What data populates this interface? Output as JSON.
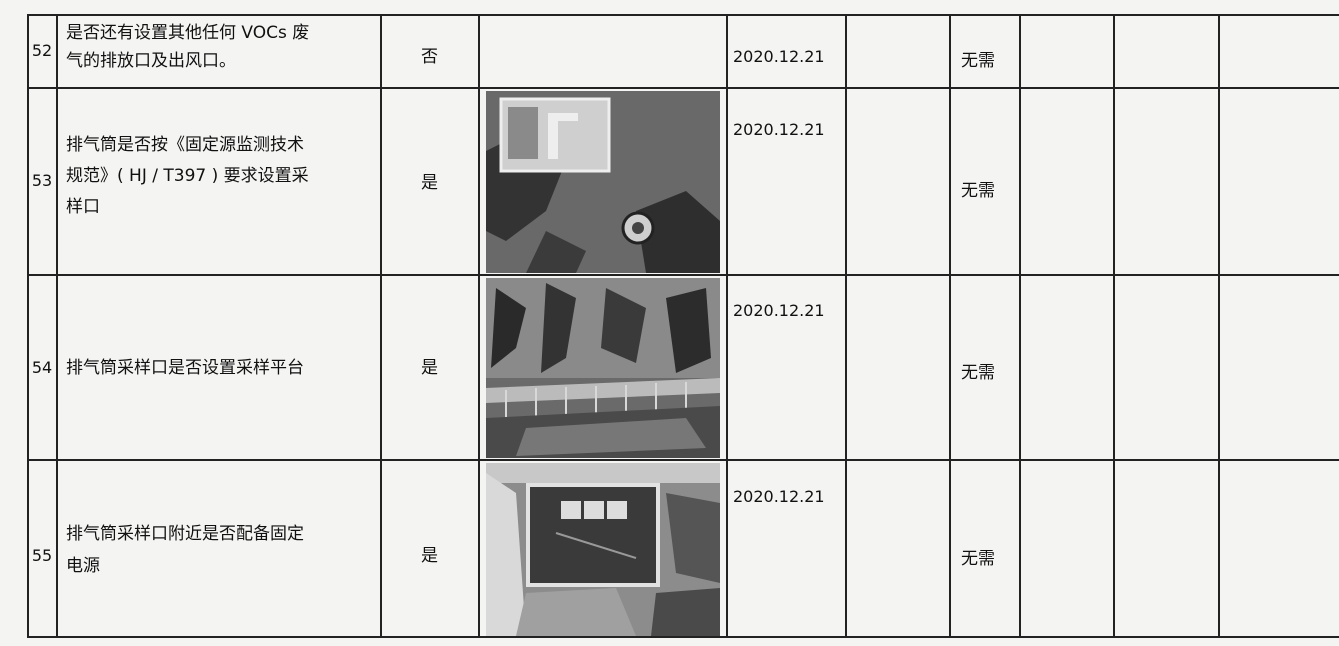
{
  "rows": [
    {
      "no": "52",
      "item_lines": [
        "是否还有设置其他任何 VOCs 废",
        "气的排放口及出风口。"
      ],
      "answer": "否",
      "date": "2020.12.21",
      "rectify": "无需",
      "photo": ""
    },
    {
      "no": "53",
      "item_lines": [
        "排气筒是否按《固定源监测技术",
        "规范》( HJ / T397 ) 要求设置采",
        "样口"
      ],
      "answer": "是",
      "date": "2020.12.21",
      "rectify": "无需",
      "photo": "sampling-port-signboard-photo"
    },
    {
      "no": "54",
      "item_lines": [
        "排气筒采样口是否设置采样平台"
      ],
      "answer": "是",
      "date": "2020.12.21",
      "rectify": "无需",
      "photo": "sampling-platform-photo"
    },
    {
      "no": "55",
      "item_lines": [
        "排气筒采样口附近是否配备固定",
        "电源"
      ],
      "answer": "是",
      "date": "2020.12.21",
      "rectify": "无需",
      "photo": "power-socket-box-photo"
    }
  ]
}
